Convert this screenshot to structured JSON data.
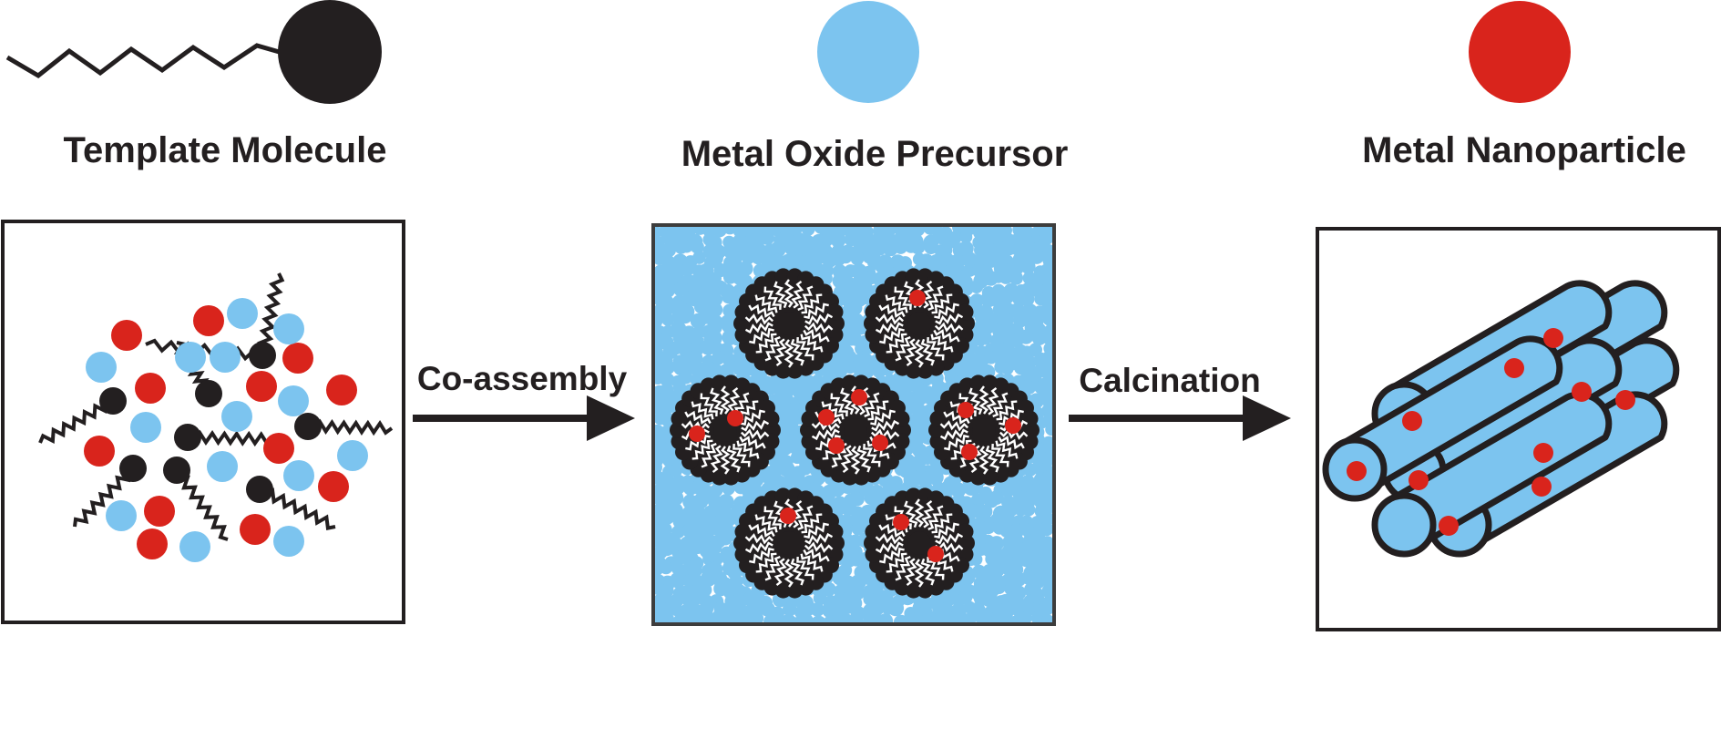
{
  "legend": {
    "template_molecule": "Template Molecule",
    "metal_oxide_precursor": "Metal Oxide Precursor",
    "metal_nanoparticle": "Metal Nanoparticle"
  },
  "steps": {
    "step1": "Co-assembly",
    "step2": "Calcination"
  },
  "colors": {
    "template": "#231f20",
    "precursor": "#7cc4ef",
    "nanoparticle": "#d9241c",
    "outline": "#231f20",
    "background": "#ffffff"
  }
}
